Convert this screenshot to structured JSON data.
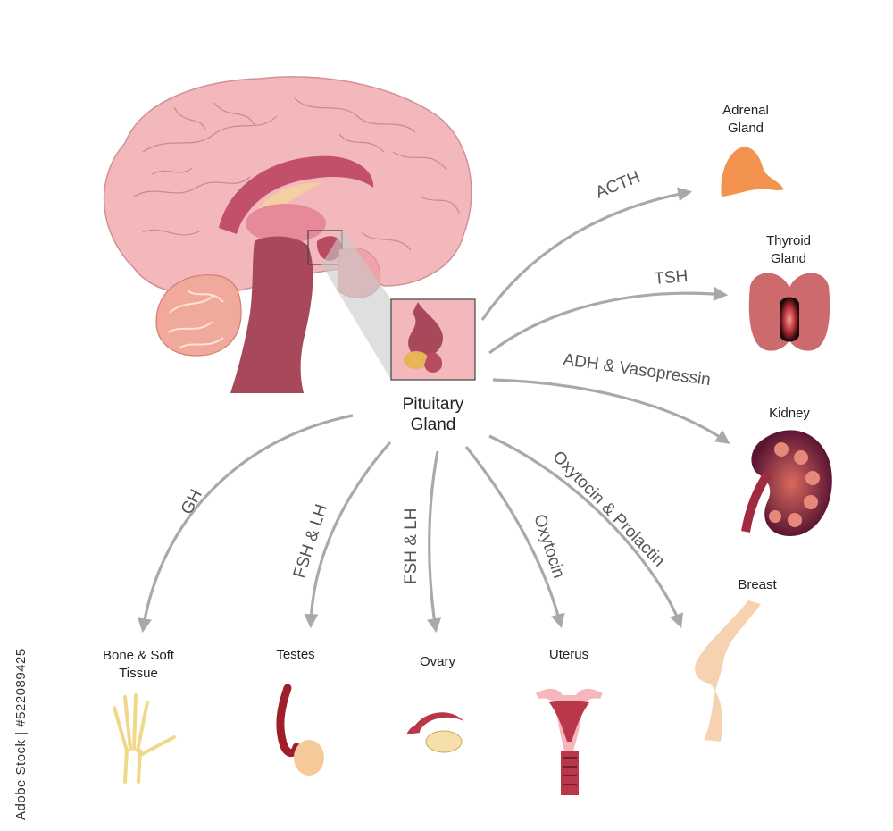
{
  "center": {
    "line1": "Pituitary",
    "line2": "Gland"
  },
  "targets": [
    {
      "id": "adrenal",
      "label_lines": [
        "Adrenal",
        "Gland"
      ],
      "hormone": "ACTH"
    },
    {
      "id": "thyroid",
      "label_lines": [
        "Thyroid",
        "Gland"
      ],
      "hormone": "TSH"
    },
    {
      "id": "kidney",
      "label_lines": [
        "Kidney"
      ],
      "hormone": "ADH & Vasopressin"
    },
    {
      "id": "breast",
      "label_lines": [
        "Breast"
      ],
      "hormone": "Oxytocin & Prolactin"
    },
    {
      "id": "uterus",
      "label_lines": [
        "Uterus"
      ],
      "hormone": "Oxytocin"
    },
    {
      "id": "ovary",
      "label_lines": [
        "Ovary"
      ],
      "hormone": "FSH & LH"
    },
    {
      "id": "testes",
      "label_lines": [
        "Testes"
      ],
      "hormone": "FSH & LH"
    },
    {
      "id": "bone",
      "label_lines": [
        "Bone & Soft",
        "Tissue"
      ],
      "hormone": "GH"
    }
  ],
  "credit": "Adobe Stock | #522089425",
  "colors": {
    "arrow": "#a9a9ab",
    "brain": "#f3b8bb",
    "brainstem": "#a8495b",
    "cerebellum": "#f0a99a",
    "adrenal": "#f4924f",
    "thyroid": "#cc6a6e",
    "kidney": "#6a1a3a",
    "breast": "#f7d2b0",
    "testes": "#9e1f2a",
    "uterus": "#b8374a",
    "bone": "#f5e6b0"
  }
}
